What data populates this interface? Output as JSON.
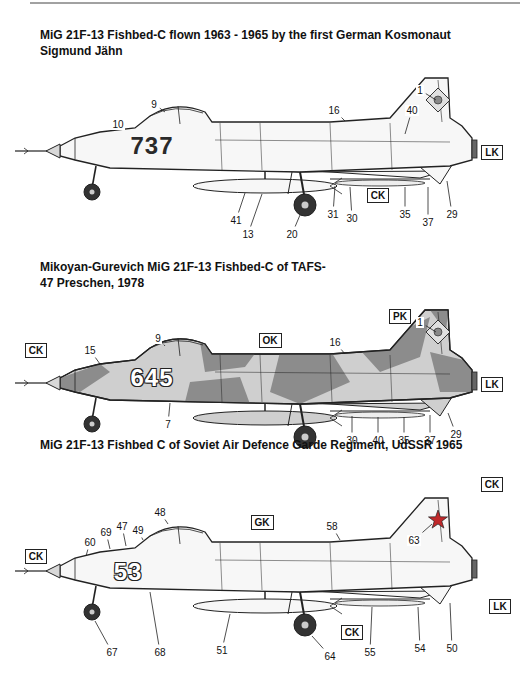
{
  "diagram": {
    "nodes": [
      {
        "text": [
          "LK"
        ]
      },
      {
        "text": [
          "CK"
        ]
      },
      {
        "text": [
          "PK"
        ]
      },
      {
        "text": [
          "CK"
        ]
      },
      {
        "text": [
          "OK"
        ]
      },
      {
        "text": [
          "LK"
        ]
      },
      {
        "text": [
          "CK"
        ]
      },
      {
        "text": [
          "GK"
        ]
      },
      {
        "text": [
          "CK"
        ]
      },
      {
        "text": [
          "LK"
        ]
      },
      {
        "text": [
          "CK"
        ]
      }
    ],
    "labels": [
      "MiG 21F-13 Fishbed-C flown 1963 - 1965 by the first German Kosmonaut Sigmund Jähn",
      "1",
      "9",
      "10",
      "737",
      "16",
      "40",
      "41",
      "13",
      "20",
      "31",
      "30",
      "35",
      "37",
      "29",
      "Mikoyan-Gurevich MiG 21F-13 Fishbed-C of TAFS-47 Preschen, 1978",
      "1",
      "15",
      "9",
      "16",
      "645",
      "7",
      "30",
      "40",
      "35",
      "37",
      "29",
      "MiG 21F-13 Fishbed C of Soviet Air Defence Garde Regiment, UdSSR 1965",
      "63",
      "58",
      "48",
      "69",
      "47",
      "49",
      "60",
      "53",
      "67",
      "68",
      "51",
      "64",
      "55",
      "54",
      "50"
    ]
  }
}
